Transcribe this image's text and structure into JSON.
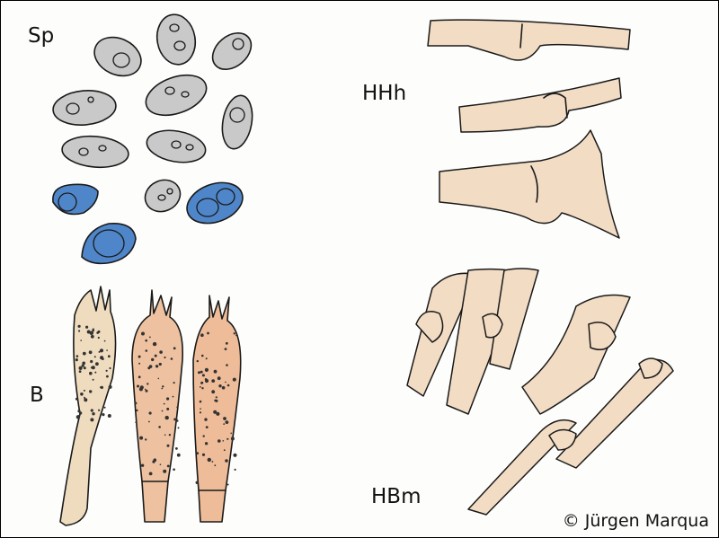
{
  "panels": {
    "spores": {
      "label": "Sp"
    },
    "basidia": {
      "label": "B"
    },
    "hyphae_hymenophoral": {
      "label": "HHh"
    },
    "hyphae_basidiomal": {
      "label": "HBm"
    }
  },
  "credit": "© Jürgen Marqua",
  "colors": {
    "spore_grey": "#c9c9c9",
    "spore_blue": "#4f86c9",
    "hypha_tint": "#f3dcc4",
    "basidium_tint": "#efc9a0",
    "ink": "#1a1a1a"
  }
}
